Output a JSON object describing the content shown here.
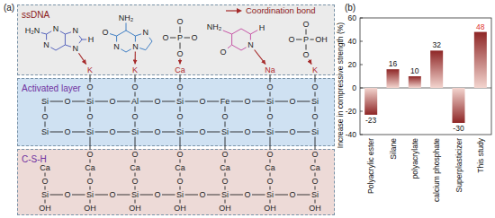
{
  "diagram": {
    "nodes": [
      {
        "text": [
          "ssDNA"
        ]
      },
      {
        "text": [
          "Activated layer"
        ]
      },
      {
        "text": [
          "C-S-H"
        ]
      }
    ],
    "labels": [
      "(a)",
      "(b)",
      "Increase in compressive strength (%)",
      "-40",
      "-20",
      "0",
      "20",
      "40",
      "60",
      "Polyacrylic ester",
      "Silane",
      "polyacrylate",
      "calcium phosphate",
      "Superplasticizer",
      "This study",
      "-23",
      "16",
      "10",
      "32",
      "-30",
      "48",
      "H₂N",
      "N",
      "N",
      "N",
      "N",
      "H",
      "K",
      "NH₂",
      "N",
      "N",
      "N",
      "O",
      "K",
      "O",
      "O",
      "P",
      "O",
      "O",
      "Ca",
      "NH₂",
      "N",
      "O",
      "H",
      "Na",
      "O",
      "O",
      "P",
      "OH",
      "O",
      "K",
      "O",
      "O",
      "O",
      "O",
      "O",
      "Si",
      "Si",
      "Al",
      "Si",
      "Fe",
      "Si",
      "Si",
      "O",
      "O",
      "O",
      "O",
      "O",
      "O",
      "O",
      "O",
      "O",
      "O",
      "O",
      "O",
      "O",
      "Si",
      "Si",
      "Si",
      "Si",
      "Si",
      "Si",
      "Si",
      "O",
      "O",
      "O",
      "O",
      "O",
      "O",
      "O",
      "O",
      "O",
      "O",
      "O",
      "O",
      "Ca",
      "Ca",
      "Ca",
      "Ca",
      "Ca",
      "Ca",
      "Ca",
      "O",
      "O",
      "O",
      "O",
      "O",
      "O",
      "O",
      "Si",
      "Si",
      "Si",
      "Si",
      "Si",
      "Si",
      "Si",
      "O",
      "O",
      "O",
      "O",
      "O",
      "O",
      "OH",
      "OH",
      "OH",
      "OH",
      "OH",
      "OH",
      "OH"
    ],
    "legend": [
      {
        "text": "Coordination bond"
      }
    ]
  }
}
